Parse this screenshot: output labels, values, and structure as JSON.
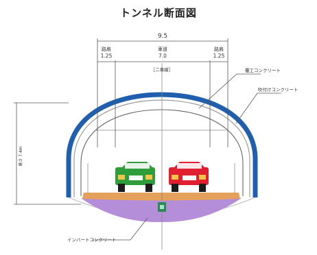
{
  "title": "トンネル断面図",
  "dimensions": {
    "total_width": "9.5",
    "left_shoulder_label": "路肩",
    "left_shoulder_value": "1.25",
    "roadway_label": "車道",
    "roadway_value": "7.0",
    "right_shoulder_label": "路肩",
    "right_shoulder_value": "1.25",
    "lane_note": "［二車線］",
    "height": "高さ 7.4m"
  },
  "callouts": {
    "lining": "覆工コンクリート",
    "spray": "吹付けコンクリート",
    "invert": "インバートコンクリート"
  },
  "colors": {
    "spray_layer": "#1f5fae",
    "lining_layer": "#ffffff",
    "tunnel_interior": "#ffffff",
    "road_base": "#e3a15c",
    "invert": "#b58ed9",
    "car_left": "#2f9e3a",
    "car_right": "#e02030",
    "drain": "#2a8a55",
    "line": "#555555"
  }
}
